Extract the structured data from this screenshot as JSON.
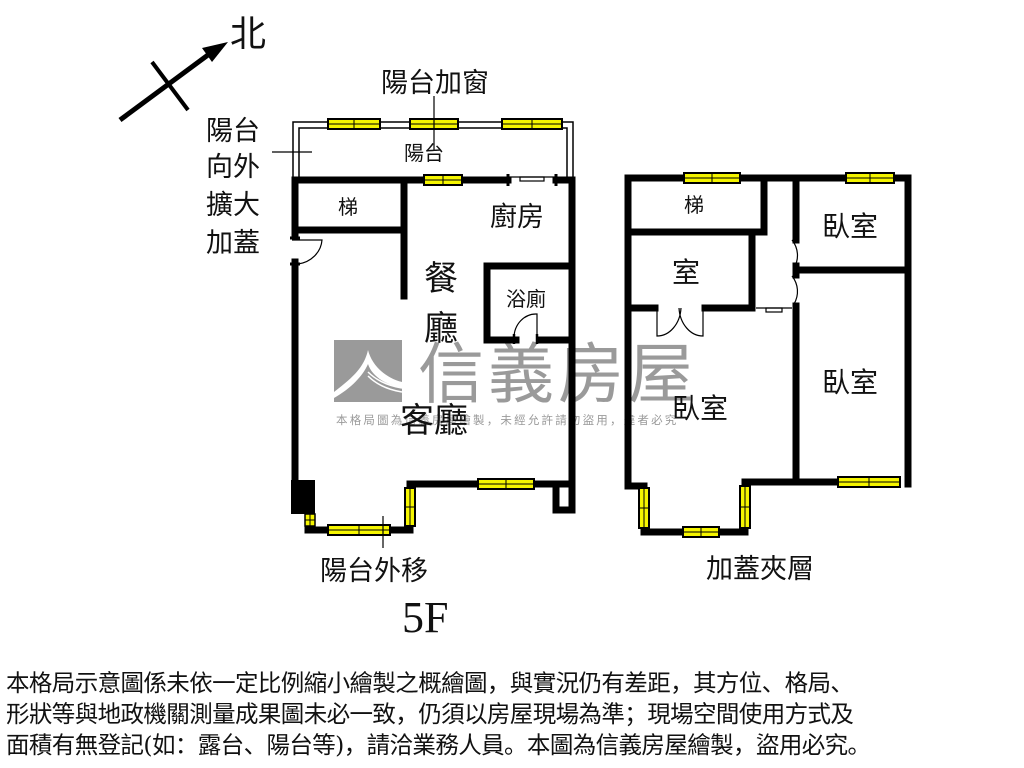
{
  "compass": {
    "label": "北"
  },
  "floor5": {
    "annotations": {
      "balcony_window": "陽台加窗",
      "balcony_expand": [
        "陽台",
        "向外",
        "擴大",
        "加蓋"
      ],
      "balcony_move": "陽台外移",
      "floor": "5F"
    },
    "rooms": {
      "balcony": "陽台",
      "stairs": "梯",
      "kitchen": "廚房",
      "bathroom": "浴廁",
      "dining": [
        "餐",
        "廳"
      ],
      "living": "客廳"
    }
  },
  "mezzanine": {
    "title": "加蓋夾層",
    "rooms": {
      "stairs": "梯",
      "room": "室",
      "bedroom_a": "臥室",
      "bedroom_b": "臥室",
      "bedroom_c": "臥室"
    }
  },
  "watermark": {
    "brand": "信義房屋",
    "notice": "本格局圖為信義房屋繪製，未經允許請勿盜用，違者必究"
  },
  "disclaimer": {
    "lines": [
      "本格局示意圖係未依一定比例縮小繪製之概繪圖，與實況仍有差距，其方位、格局、",
      "形狀等與地政機關測量成果圖未必一致，仍須以房屋現場為準；現場空間使用方式及",
      "面積有無登記(如：露台、陽台等)，請洽業務人員。本圖為信義房屋繪製，盜用必究。"
    ]
  },
  "colors": {
    "wall": "#000000",
    "window": "#f5f500",
    "watermark": "#9a9a9a",
    "background": "#ffffff"
  }
}
